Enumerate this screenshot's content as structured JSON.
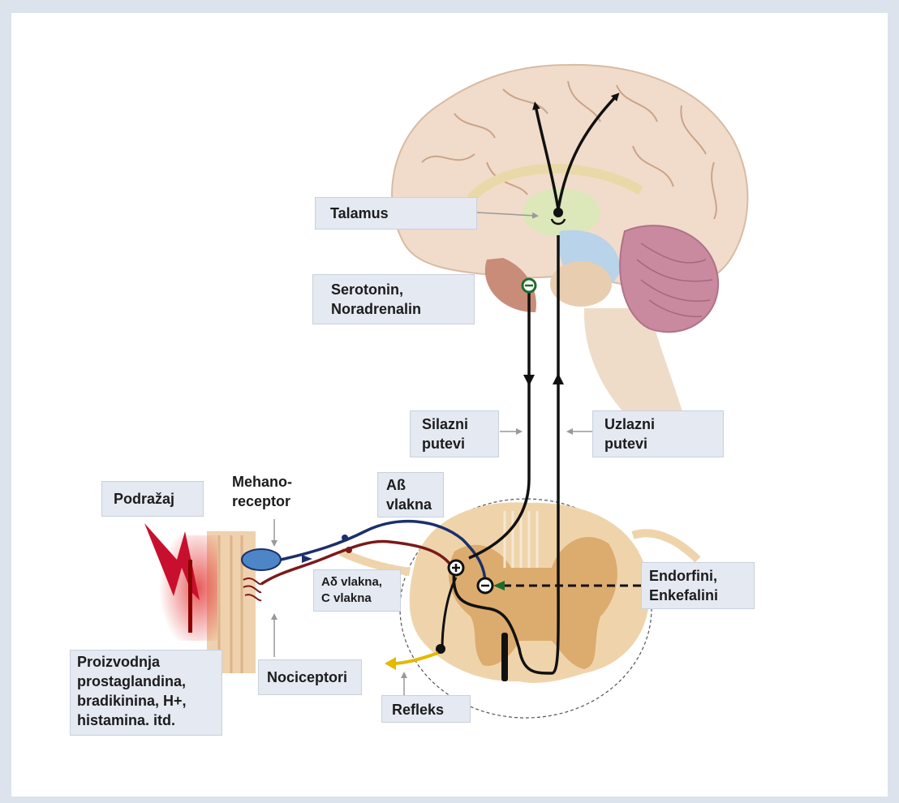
{
  "labels": {
    "talamus": "Talamus",
    "serotonin": "Serotonin,",
    "noradrenalin": "Noradrenalin",
    "silazni_1": "Silazni",
    "silazni_2": "putevi",
    "uzlazni_1": "Uzlazni",
    "uzlazni_2": "putevi",
    "mehano_1": "Mehano-",
    "mehano_2": "receptor",
    "ab_1": "Aß",
    "ab_2": "vlakna",
    "podrazaj": "Podražaj",
    "ad_1": "Aδ vlakna,",
    "ad_2": "C vlakna",
    "endorfini": "Endorfini,",
    "enkefalini": "Enkefalini",
    "proizvodnja_1": "Proizvodnja",
    "proizvodnja_2": "prostaglandina,",
    "proizvodnja_3": "bradikinina, H+,",
    "proizvodnja_4": "histamina. itd.",
    "nociceptori": "Nociceptori",
    "refleks": "Refleks"
  },
  "colors": {
    "pathway": "#111111",
    "ab_fiber": "#1b2f6b",
    "ad_c_fiber": "#7a1a1a",
    "inhibitory_synapse": "#1f6b2a",
    "reflex": "#e6b800",
    "label_box": "#e4e9f2",
    "brain": "#f1dccb",
    "thalamus": "#d9e8b8",
    "cerebellum": "#c98aa0",
    "spinal_cord": "#e9c99a",
    "stimulus": "#c8102e"
  }
}
